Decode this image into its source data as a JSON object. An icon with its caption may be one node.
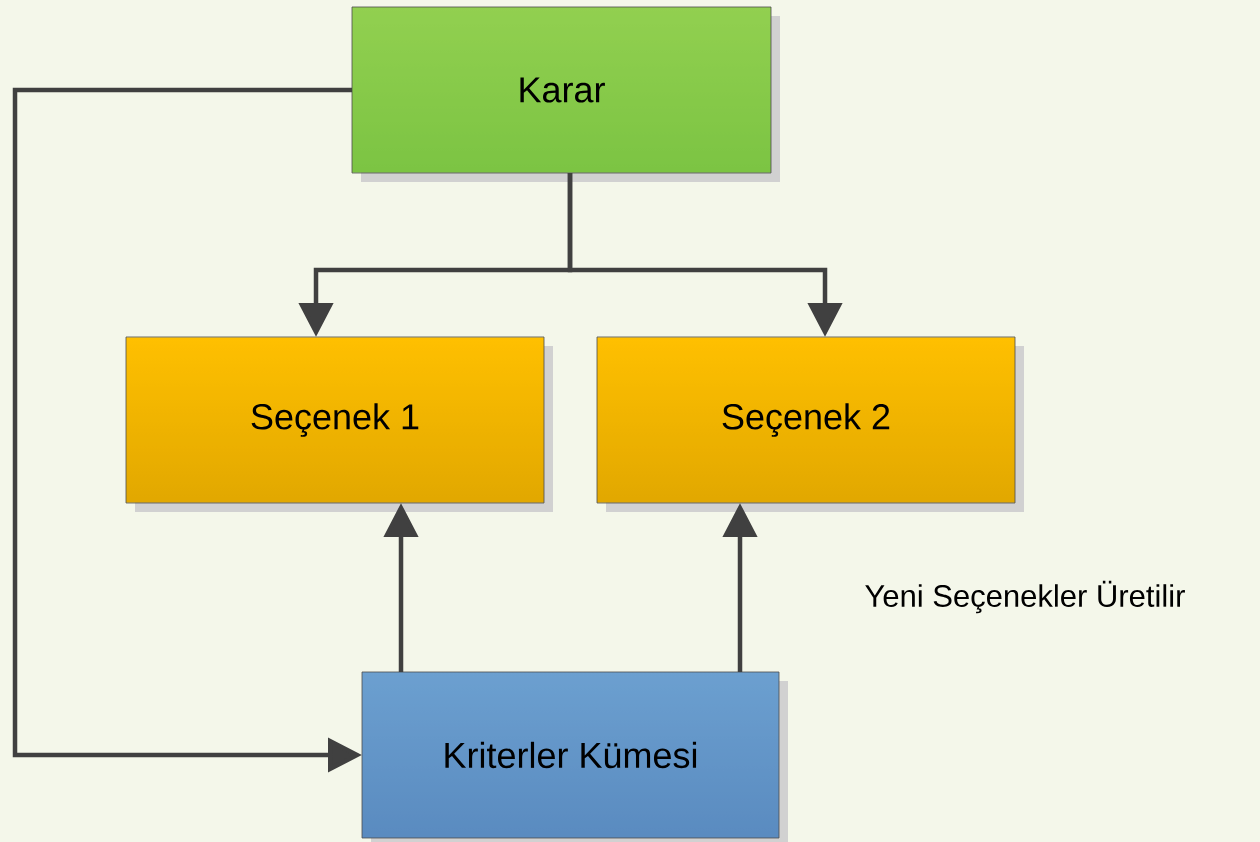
{
  "diagram": {
    "nodes": [
      {
        "text": [
          "Karar"
        ]
      },
      {
        "text": [
          "Seçenek 1"
        ]
      },
      {
        "text": [
          "Seçenek 2"
        ]
      },
      {
        "text": [
          "Kriterler Kümesi"
        ]
      }
    ],
    "edges": [
      {
        "from": 0,
        "to": 1,
        "arrow": "to"
      },
      {
        "from": 0,
        "to": 2,
        "arrow": "to"
      },
      {
        "from": 3,
        "to": 1,
        "arrow": "to"
      },
      {
        "from": 3,
        "to": 2,
        "arrow": "to",
        "label": "Yeni Seçenekler Üretilir"
      },
      {
        "from": 0,
        "to": 3,
        "arrow": "to"
      }
    ]
  }
}
